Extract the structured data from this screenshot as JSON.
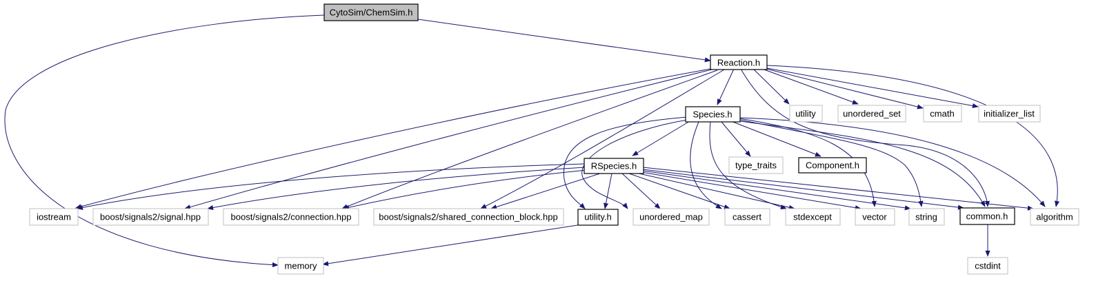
{
  "graph": {
    "colors": {
      "edge": "#191970",
      "main_fill": "#bfbfbf",
      "ext_border": "#bfbfbf"
    },
    "nodes": {
      "chemsim": {
        "label": "CytoSim/ChemSim.h",
        "kind": "main"
      },
      "reaction": {
        "label": "Reaction.h",
        "kind": "local"
      },
      "species": {
        "label": "Species.h",
        "kind": "local"
      },
      "rspecies": {
        "label": "RSpecies.h",
        "kind": "local"
      },
      "component": {
        "label": "Component.h",
        "kind": "local"
      },
      "utility_h": {
        "label": "utility.h",
        "kind": "local"
      },
      "common": {
        "label": "common.h",
        "kind": "local"
      },
      "utility": {
        "label": "utility",
        "kind": "external"
      },
      "unordered_set": {
        "label": "unordered_set",
        "kind": "external"
      },
      "cmath": {
        "label": "cmath",
        "kind": "external"
      },
      "initializer_list": {
        "label": "initializer_list",
        "kind": "external"
      },
      "type_traits": {
        "label": "type_traits",
        "kind": "external"
      },
      "iostream": {
        "label": "iostream",
        "kind": "external"
      },
      "signal": {
        "label": "boost/signals2/signal.hpp",
        "kind": "external"
      },
      "connection": {
        "label": "boost/signals2/connection.hpp",
        "kind": "external"
      },
      "shared": {
        "label": "boost/signals2/shared_connection_block.hpp",
        "kind": "external"
      },
      "unordered_map": {
        "label": "unordered_map",
        "kind": "external"
      },
      "cassert": {
        "label": "cassert",
        "kind": "external"
      },
      "stdexcept": {
        "label": "stdexcept",
        "kind": "external"
      },
      "vector": {
        "label": "vector",
        "kind": "external"
      },
      "string": {
        "label": "string",
        "kind": "external"
      },
      "algorithm": {
        "label": "algorithm",
        "kind": "external"
      },
      "memory": {
        "label": "memory",
        "kind": "external"
      },
      "cstdint": {
        "label": "cstdint",
        "kind": "external"
      }
    },
    "edges": [
      [
        "chemsim",
        "reaction"
      ],
      [
        "chemsim",
        "memory"
      ],
      [
        "reaction",
        "species"
      ],
      [
        "reaction",
        "utility"
      ],
      [
        "reaction",
        "unordered_set"
      ],
      [
        "reaction",
        "cmath"
      ],
      [
        "reaction",
        "initializer_list"
      ],
      [
        "reaction",
        "algorithm"
      ],
      [
        "reaction",
        "iostream"
      ],
      [
        "reaction",
        "signal"
      ],
      [
        "reaction",
        "connection"
      ],
      [
        "reaction",
        "shared"
      ],
      [
        "reaction",
        "common"
      ],
      [
        "species",
        "rspecies"
      ],
      [
        "species",
        "type_traits"
      ],
      [
        "species",
        "component"
      ],
      [
        "species",
        "utility_h"
      ],
      [
        "species",
        "unordered_map"
      ],
      [
        "species",
        "cassert"
      ],
      [
        "species",
        "stdexcept"
      ],
      [
        "species",
        "vector"
      ],
      [
        "species",
        "string"
      ],
      [
        "species",
        "common"
      ],
      [
        "species",
        "algorithm"
      ],
      [
        "rspecies",
        "iostream"
      ],
      [
        "rspecies",
        "signal"
      ],
      [
        "rspecies",
        "connection"
      ],
      [
        "rspecies",
        "shared"
      ],
      [
        "rspecies",
        "utility_h"
      ],
      [
        "rspecies",
        "unordered_map"
      ],
      [
        "rspecies",
        "cassert"
      ],
      [
        "rspecies",
        "stdexcept"
      ],
      [
        "rspecies",
        "vector"
      ],
      [
        "rspecies",
        "string"
      ],
      [
        "rspecies",
        "common"
      ],
      [
        "rspecies",
        "algorithm"
      ],
      [
        "utility_h",
        "memory"
      ],
      [
        "common",
        "cstdint"
      ]
    ]
  }
}
